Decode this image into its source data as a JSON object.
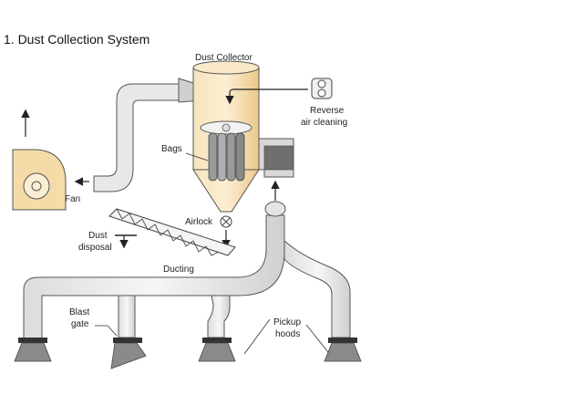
{
  "title": "1.  Dust Collection System",
  "labels": {
    "dust_collector": "Dust Collector",
    "reverse_air_1": "Reverse",
    "reverse_air_2": "air cleaning",
    "bags": "Bags",
    "fan": "Fan",
    "airlock": "Airlock",
    "dust_disposal_1": "Dust",
    "dust_disposal_2": "disposal",
    "ducting": "Ducting",
    "blast_gate_1": "Blast",
    "blast_gate_2": "gate",
    "pickup_hoods_1": "Pickup",
    "pickup_hoods_2": "hoods"
  },
  "colors": {
    "collector_fill": "#f4dba8",
    "duct_fill": "#e8e8e8",
    "duct_stroke": "#555555",
    "hood_fill": "#8a8a8a",
    "bag_fill": "#9a9a9a"
  }
}
